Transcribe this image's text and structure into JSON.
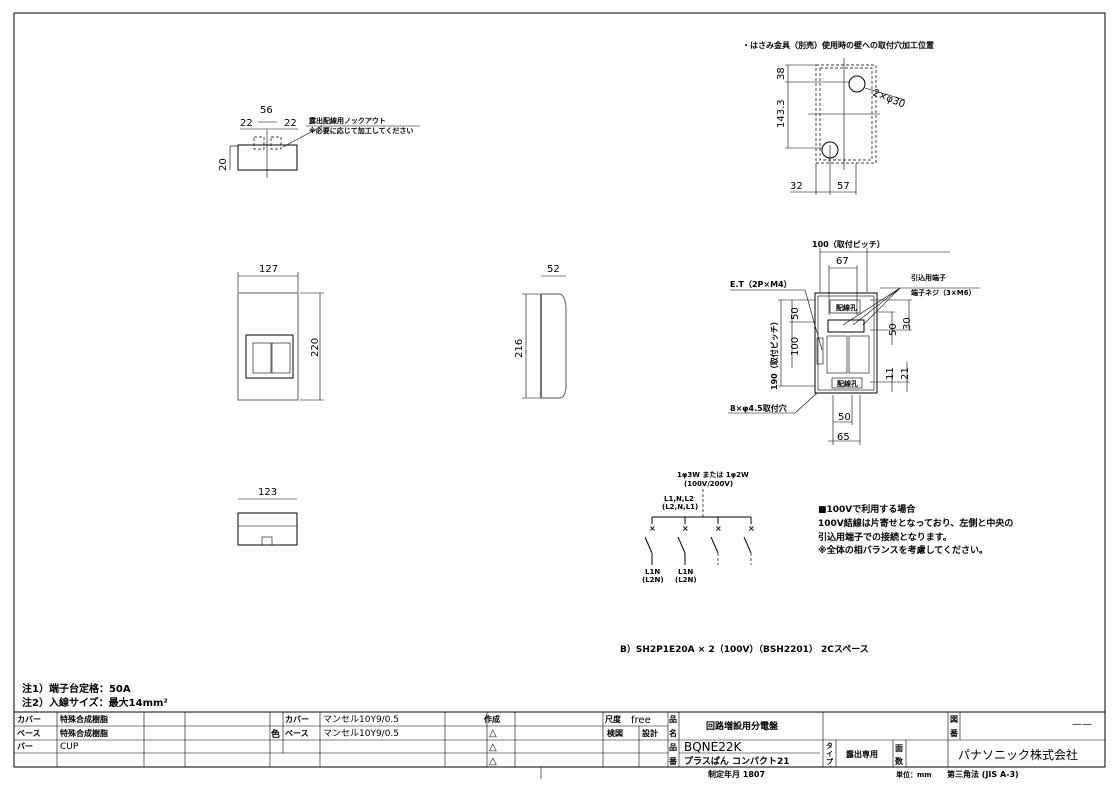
{
  "notes": [
    "注1）端子台定格：50A",
    "注2）入線サイズ：最大14mm²"
  ],
  "materials": [
    {
      "part": "カバー",
      "material": "特殊合成樹脂"
    },
    {
      "part": "ベース",
      "material": "特殊合成樹脂"
    },
    {
      "part": "バー",
      "material": "CUP"
    }
  ],
  "color": {
    "label": "色",
    "rows": [
      {
        "part": "カバー",
        "value": "マンセル10Y9/0.5"
      },
      {
        "part": "ベース",
        "value": "マンセル10Y9/0.5"
      }
    ]
  },
  "revision": {
    "header": "作成",
    "marks": [
      "△",
      "△",
      "△"
    ]
  },
  "title_block": {
    "scale_label": "尺度",
    "scale": "free",
    "check_label": "検図",
    "design_label": "設計",
    "name_label": [
      "品",
      "名"
    ],
    "name": "回路増設用分電盤",
    "number_label": [
      "品",
      "番"
    ],
    "model": "BQNE22K",
    "series": "プラスばん コンパクト21",
    "type_label": [
      "タ",
      "イ",
      "プ"
    ],
    "type": "露出専用",
    "faces_label": [
      "面",
      "数"
    ],
    "drawing_no_label": [
      "図",
      "番"
    ],
    "drawing_no": "——",
    "company": "パナソニック株式会社",
    "date": "制定年月 1807",
    "unit": "単位：mm",
    "projection": "第三角法 (JIS A-3)"
  },
  "top_view": {
    "dim_total": "56",
    "dim_left": "22",
    "dim_right": "22",
    "dim_height": "20",
    "note": [
      "露出配線用ノックアウト",
      "※必要に応じて加工してください"
    ]
  },
  "front_view": {
    "width": "127",
    "height": "220"
  },
  "side_view": {
    "depth": "52",
    "height": "216"
  },
  "bottom_view": {
    "width": "123"
  },
  "mounting": {
    "title": "・はさみ金具（別売）使用時の壁への取付穴加工位置",
    "dim_top": "38",
    "dim_vertical": "143.3",
    "holes": "2×φ30",
    "dim_left": "32",
    "dim_right": "57"
  },
  "detail": {
    "pitch_h": "100（取付ピッチ）",
    "dim_67": "67",
    "et": "E.T（2P×M4）",
    "terminal": "引込用端子",
    "terminal_screw": "端子ネジ（3×M6）",
    "dim_50a": "50",
    "dim_100": "100",
    "pitch_v": "190（取付ピッチ）",
    "dim_30": "30",
    "dim_50b": "50",
    "dim_11": "11",
    "dim_21": "21",
    "holes": "8×φ4.5取付穴",
    "dim_50c": "50",
    "dim_65": "65",
    "wiring_hole": "配線孔"
  },
  "wiring": {
    "supply": "1φ3W または 1φ2W",
    "voltage": "(100V/200V)",
    "phase": [
      "L1,N,L2",
      "(L2,N,L1)"
    ],
    "outputs": [
      [
        "L1N",
        "(L2N)"
      ],
      [
        "L1N",
        "(L2N)"
      ]
    ],
    "note": [
      "■100Vで利用する場合",
      "100V結線は片寄せとなっており、左側と中央の",
      "引込用端子での接続となります。",
      "※全体の相バランスを考慮してください。"
    ],
    "spec": "B）SH2P1E20A × 2（100V）（BSH2201） 2Cスペース"
  }
}
